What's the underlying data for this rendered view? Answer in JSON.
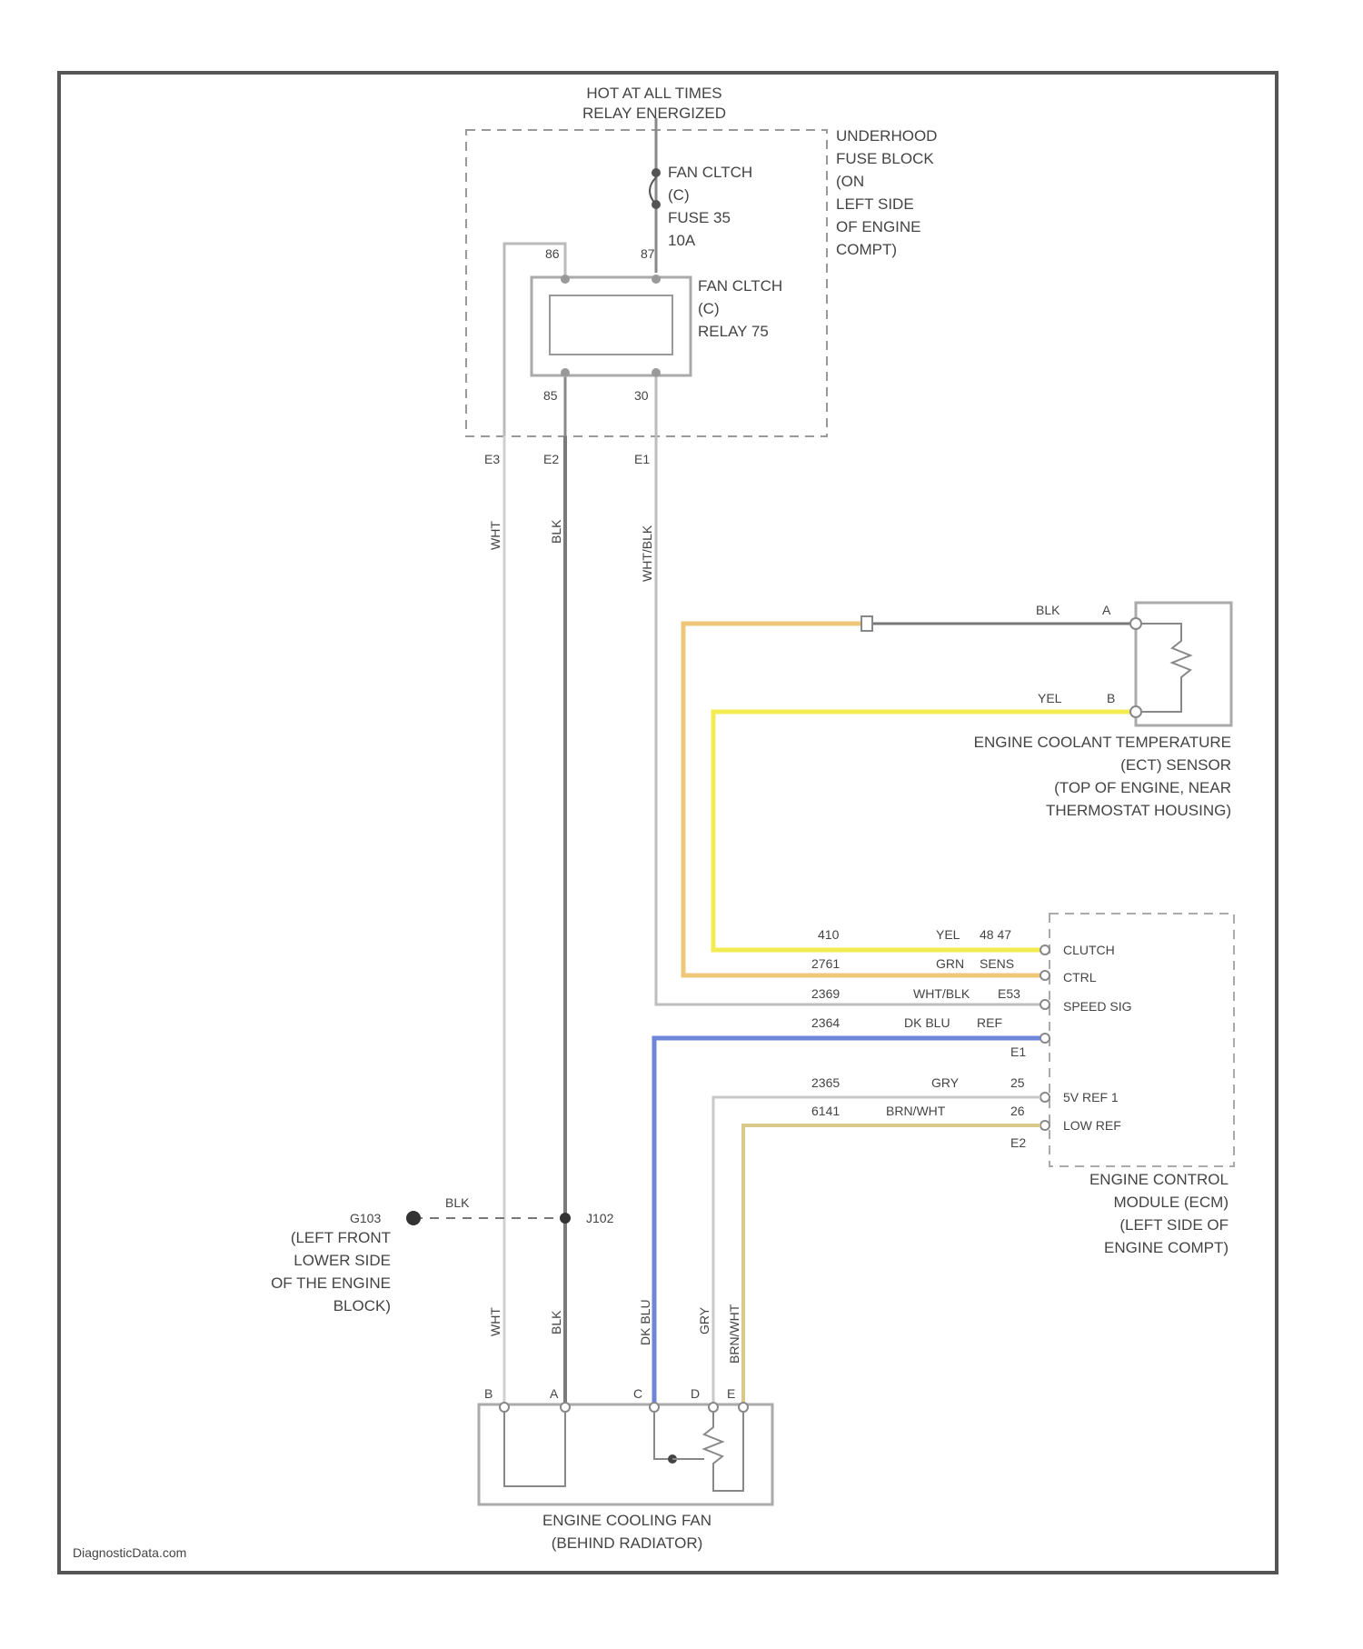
{
  "header": {
    "line1": "HOT AT ALL TIMES",
    "line2": "RELAY ENERGIZED"
  },
  "fuse_block": {
    "lines": [
      "UNDERHOOD",
      "FUSE BLOCK",
      "(ON",
      "LEFT SIDE",
      "OF ENGINE",
      "COMPT)"
    ]
  },
  "fuse": {
    "lines": [
      "FAN CLTCH",
      "(C)",
      "FUSE 35",
      "10A"
    ]
  },
  "relay": {
    "lines": [
      "FAN CLTCH",
      "(C)",
      "RELAY 75"
    ]
  },
  "connector_ids": [
    "86",
    "87",
    "85",
    "30",
    "E3",
    "E2",
    "E1"
  ],
  "wires_top": [
    "WHT",
    "BLK",
    "WHT/BLK"
  ],
  "ect_wires": {
    "blk": "BLK",
    "pin_a": "A",
    "yel": "YEL",
    "pin_b": "B"
  },
  "ect_sensor": {
    "lines": [
      "ENGINE COOLANT TEMPERATURE",
      "(ECT) SENSOR",
      "(TOP OF ENGINE, NEAR",
      "THERMOSTAT HOUSING)"
    ]
  },
  "ecm_rows": [
    {
      "circuit": "410",
      "color": "YEL",
      "pin": "48 47",
      "label": "CLUTCH"
    },
    {
      "circuit": "2761",
      "color": "GRN",
      "pin": "SENS",
      "label": "CTRL"
    },
    {
      "circuit": "2369",
      "color": "WHT/BLK",
      "pin": "E53",
      "label": "SPEED SIG"
    },
    {
      "circuit": "2364",
      "color": "DK BLU",
      "pin": "REF",
      "label": ""
    },
    {
      "circuit": "",
      "color": "",
      "pin": "E1",
      "label": ""
    },
    {
      "circuit": "2365",
      "color": "GRY",
      "pin": "25",
      "label": "5V REF 1"
    },
    {
      "circuit": "6141",
      "color": "BRN/WHT",
      "pin": "26",
      "label": "LOW REF"
    },
    {
      "circuit": "",
      "color": "",
      "pin": "E2",
      "label": ""
    }
  ],
  "ecm": {
    "lines": [
      "ENGINE CONTROL",
      "MODULE (ECM)",
      "(LEFT SIDE OF",
      "ENGINE COMPT)"
    ]
  },
  "ground": {
    "wire": "BLK",
    "id_left": "G103",
    "id_right": "J102",
    "lines": [
      "(LEFT FRONT",
      "LOWER SIDE",
      "OF THE ENGINE",
      "BLOCK)"
    ]
  },
  "wires_bottom": [
    "WHT",
    "BLK",
    "DK BLU",
    "GRY",
    "BRN/WHT"
  ],
  "fan_pins": [
    "B",
    "A",
    "C",
    "D",
    "E"
  ],
  "fan": {
    "lines": [
      "ENGINE COOLING FAN",
      "(BEHIND RADIATOR)"
    ]
  },
  "footer": {
    "watermark": "DiagnosticData.com"
  },
  "colors": {
    "yellow": "#f2ec52",
    "orange": "#eec77a",
    "blue": "#6f86d8",
    "tan": "#d8c889",
    "black": "#666666",
    "white_wire": "#c8c8c8",
    "dark_wire": "#7a7a7a"
  }
}
